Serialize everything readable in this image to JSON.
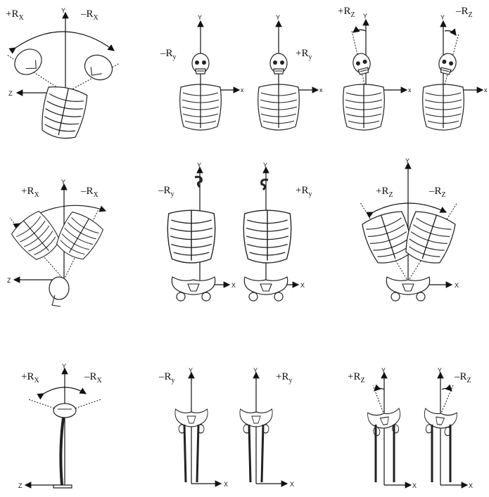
{
  "axes": {
    "y": "Y",
    "x": "X",
    "x_lower": "x",
    "z": "Z"
  },
  "labels": {
    "plus_rx": {
      "sign": "+R",
      "sub": "X"
    },
    "minus_rx": {
      "sign": "–R",
      "sub": "X"
    },
    "plus_ry": {
      "sign": "+R",
      "sub": "y"
    },
    "minus_ry": {
      "sign": "–R",
      "sub": "y"
    },
    "plus_rz": {
      "sign": "+R",
      "sub": "Z"
    },
    "minus_rz": {
      "sign": "–R",
      "sub": "Z"
    }
  }
}
